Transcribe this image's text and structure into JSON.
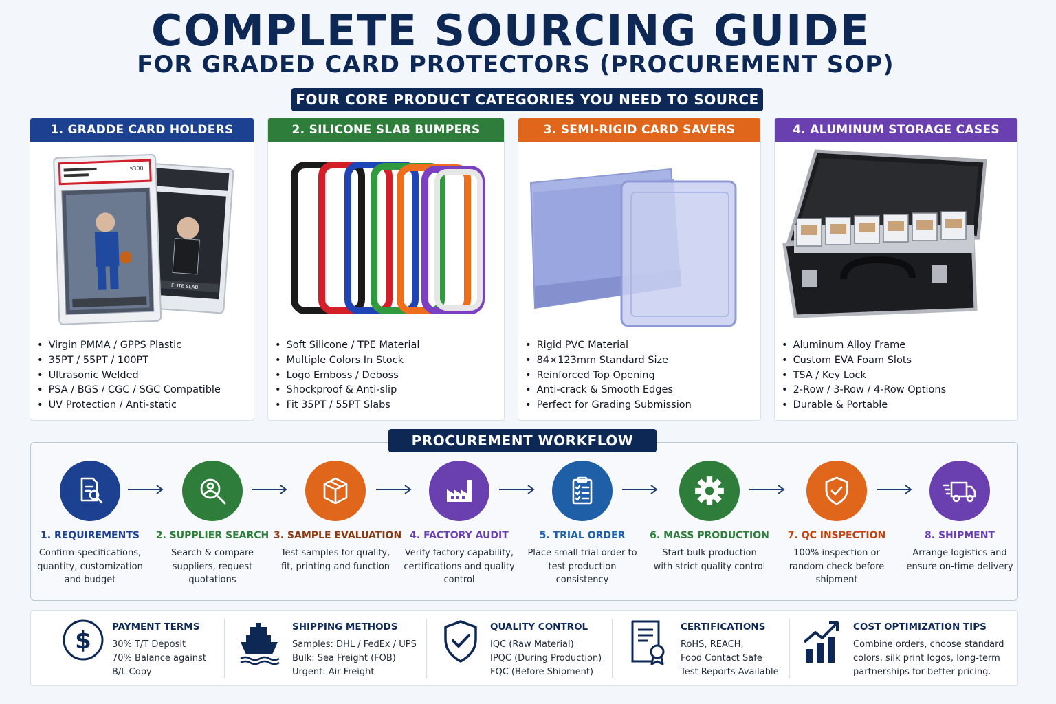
{
  "title": {
    "main": "COMPLETE SOURCING GUIDE",
    "sub": "FOR GRADED CARD PROTECTORS (PROCUREMENT SOP)"
  },
  "core_banner": "FOUR CORE PRODUCT CATEGORIES YOU NEED TO SOURCE",
  "categories": [
    {
      "title": "1. GRADDE CARD HOLDERS (SLABS)",
      "color": "#1d4191",
      "items": [
        "Virgin PMMA / GPPS Plastic",
        "35PT / 55PT / 100PT",
        "Ultrasonic Welded",
        "PSA / BGS / CGC / SGC Compatible",
        "UV Protection / Anti-static"
      ]
    },
    {
      "title": "2. SILICONE SLAB BUMPERS",
      "color": "#2e7d3a",
      "items": [
        "Soft Silicone / TPE Material",
        "Multiple Colors In Stock",
        "Logo Emboss / Deboss",
        "Shockproof & Anti-slip",
        "Fit 35PT / 55PT Slabs"
      ]
    },
    {
      "title": "3. SEMI-RIGID CARD SAVERS",
      "color": "#e0661c",
      "items": [
        "Rigid PVC Material",
        "84×123mm Standard Size",
        "Reinforced Top Opening",
        "Anti-crack & Smooth Edges",
        "Perfect for Grading Submission"
      ]
    },
    {
      "title": "4. ALUMINUM STORAGE CASES",
      "color": "#6a3fb0",
      "items": [
        "Aluminum Alloy Frame",
        "Custom EVA Foam Slots",
        "TSA / Key Lock",
        "2-Row / 3-Row / 4-Row Options",
        "Durable & Portable"
      ]
    }
  ],
  "slab_labels": {
    "front_score": "$300",
    "back_card_text": "ELITE SLAB"
  },
  "workflow_banner": "PROCUREMENT WORKFLOW",
  "workflow": [
    {
      "title": "1. REQUIREMENTS",
      "desc": "Confirm specifications, quantity, customization and budget",
      "color": "#1d4191",
      "icon": "document-search-icon"
    },
    {
      "title": "2. SUPPLIER SEARCH",
      "desc": "Search & compare suppliers, request quotations",
      "color": "#2e7d3a",
      "icon": "user-search-icon"
    },
    {
      "title": "3. SAMPLE EVALUATION",
      "desc": "Test samples for quality, fit, printing and function",
      "color": "#e0661c",
      "icon": "box-icon"
    },
    {
      "title": "4. FACTORY AUDIT",
      "desc": "Verify factory capability, certifications and quality control",
      "color": "#6a3fb0",
      "icon": "factory-icon"
    },
    {
      "title": "5. TRIAL ORDER",
      "desc": "Place small trial order to test production consistency",
      "color": "#1f5fa8",
      "icon": "clipboard-icon"
    },
    {
      "title": "6. MASS PRODUCTION",
      "desc": "Start bulk production with strict quality control",
      "color": "#2e7d3a",
      "icon": "gear-icon"
    },
    {
      "title": "7. QC INSPECTION",
      "desc": "100% inspection or random check before shipment",
      "color": "#e0661c",
      "icon": "shield-check-icon"
    },
    {
      "title": "8. SHIPMENT",
      "desc": "Arrange logistics and ensure on-time delivery",
      "color": "#6a3fb0",
      "icon": "truck-icon"
    }
  ],
  "info": [
    {
      "title": "PAYMENT TERMS",
      "lines": [
        "30% T/T Deposit",
        "70% Balance against",
        "B/L Copy"
      ],
      "icon": "dollar-icon"
    },
    {
      "title": "SHIPPING METHODS",
      "lines": [
        "Samples: DHL / FedEx / UPS",
        "Bulk: Sea Freight (FOB)",
        "Urgent: Air Freight"
      ],
      "icon": "ship-icon"
    },
    {
      "title": "QUALITY CONTROL",
      "lines": [
        "IQC (Raw Material)",
        "IPQC (During Production)",
        "FQC (Before Shipment)"
      ],
      "icon": "shield-check-icon"
    },
    {
      "title": "CERTIFICATIONS",
      "lines": [
        "RoHS, REACH,",
        "Food Contact Safe",
        "Test Reports Available"
      ],
      "icon": "certificate-icon"
    },
    {
      "title": "COST OPTIMIZATION TIPS",
      "lines": [
        "Combine orders, choose standard",
        "colors, silk print logos, long-term",
        "partnerships for better pricing."
      ],
      "icon": "chart-up-icon"
    }
  ]
}
